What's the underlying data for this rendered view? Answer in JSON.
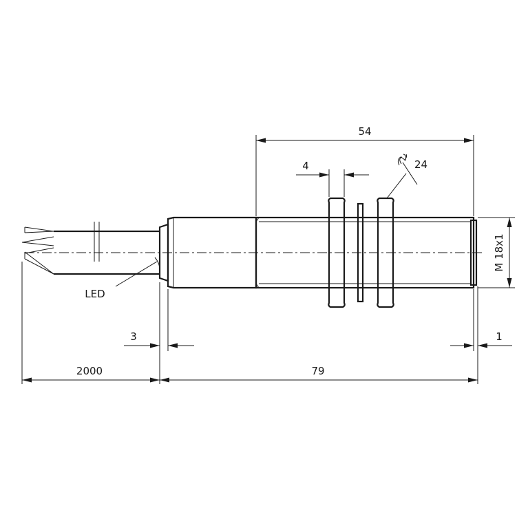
{
  "drawing": {
    "dimensions": {
      "overall_thread_length": "54",
      "nut_thickness": "4",
      "wrench_size": "24",
      "thread_spec": "M 18x1",
      "led_offset": "3",
      "front_offset": "1",
      "cable_length": "2000",
      "body_length": "79"
    },
    "labels": {
      "led": "LED"
    },
    "icons": {
      "wrench": "wrench-icon"
    }
  }
}
